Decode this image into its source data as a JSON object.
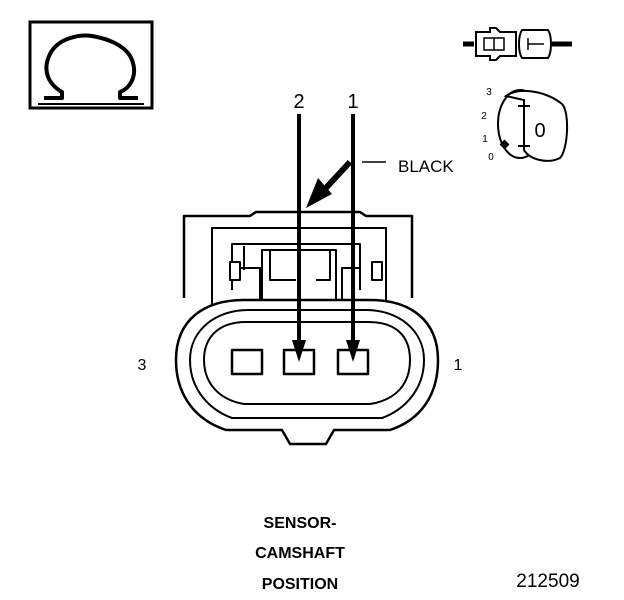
{
  "symbol": {
    "icon": "ohm-meter-icon",
    "glyph": "Ω"
  },
  "terminal_callouts": {
    "pin_a": "2",
    "pin_b": "1"
  },
  "connector": {
    "color_label": "BLACK",
    "side_left": "3",
    "side_right": "1"
  },
  "ignition": {
    "icon": "ignition-key-icon",
    "position_marks": [
      "3",
      "2",
      "1",
      "0"
    ],
    "key_setting": "0"
  },
  "disconnect_icon": "disconnected-connector-icon",
  "caption": {
    "line1": "SENSOR-",
    "line2": "CAMSHAFT",
    "line3": "POSITION"
  },
  "figure_number": "212509",
  "colors": {
    "ink": "#000000",
    "paper": "#ffffff"
  }
}
